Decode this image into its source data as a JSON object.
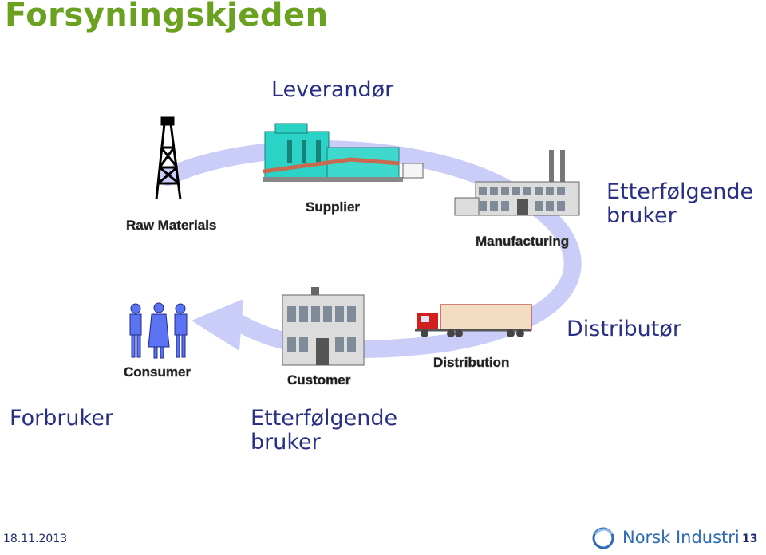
{
  "title": "Forsyningskjeden",
  "labels": {
    "supplier": "Leverandør",
    "manufacturing_line1": "Etterfølgende",
    "manufacturing_line2": "bruker",
    "distribution": "Distributør",
    "consumer": "Forbruker",
    "customer_line1": "Etterfølgende",
    "customer_line2": "bruker"
  },
  "stages": {
    "raw_materials": "Raw Materials",
    "supplier": "Supplier",
    "manufacturing": "Manufacturing",
    "distribution": "Distribution",
    "customer": "Customer",
    "consumer": "Consumer"
  },
  "footer": {
    "date": "18.11.2013",
    "brand": "Norsk Industri",
    "page": "13"
  },
  "colors": {
    "title": "#6aa121",
    "labels": "#2a2f86",
    "arrow": "#c9cdf7",
    "factory": "#2bd3c6",
    "people": "#5b73f2"
  },
  "icons": [
    "oil-derrick-icon",
    "supplier-plant-icon",
    "factory-icon",
    "truck-icon",
    "warehouse-icon",
    "people-icon",
    "norsk-industri-logo-icon"
  ]
}
